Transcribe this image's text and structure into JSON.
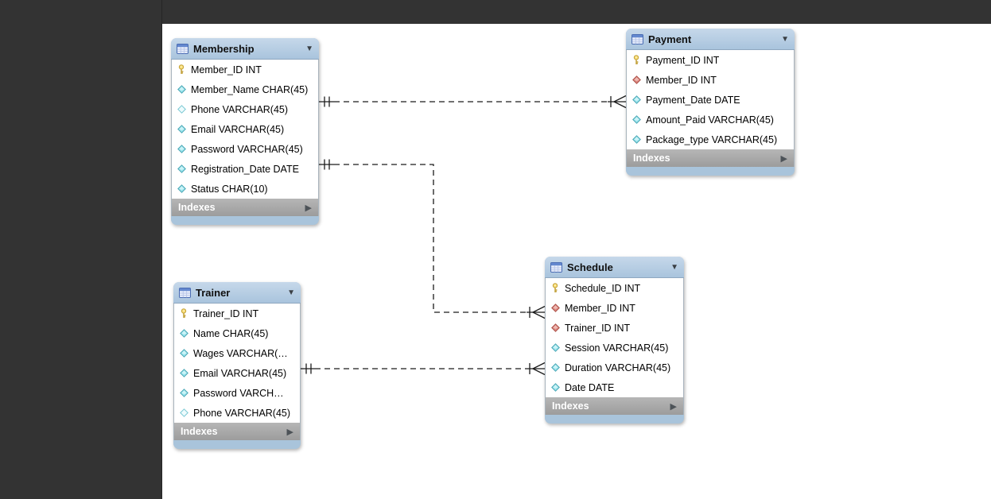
{
  "app": {
    "tool": "eer-diagram-canvas"
  },
  "icons": {
    "collapse_arrow": "▼",
    "expand_arrow": "▶"
  },
  "colors": {
    "chrome_bg": "#333333",
    "canvas_bg": "#ffffff",
    "table_header_blue": "#b6cde3",
    "table_bottom_strip": "#a9c4db",
    "indexes_bar_gray": "#a8a8a8",
    "primary_key_yellow": "#f2d468",
    "column_cyan": "#8fe0ea",
    "foreign_key_red": "#dd8880",
    "relationship_line": "#1b1b1b"
  },
  "diagram": {
    "tables": [
      {
        "name": "Membership",
        "footer": "Indexes",
        "columns": [
          {
            "icon": "primary-key",
            "text": "Member_ID INT"
          },
          {
            "icon": "column",
            "text": "Member_Name CHAR(45)"
          },
          {
            "icon": "column-nullable",
            "text": "Phone VARCHAR(45)"
          },
          {
            "icon": "column",
            "text": "Email VARCHAR(45)"
          },
          {
            "icon": "column",
            "text": "Password VARCHAR(45)"
          },
          {
            "icon": "column",
            "text": "Registration_Date DATE"
          },
          {
            "icon": "column",
            "text": "Status CHAR(10)"
          }
        ]
      },
      {
        "name": "Payment",
        "footer": "Indexes",
        "columns": [
          {
            "icon": "primary-key",
            "text": "Payment_ID INT"
          },
          {
            "icon": "foreign-key",
            "text": "Member_ID INT"
          },
          {
            "icon": "column",
            "text": "Payment_Date DATE"
          },
          {
            "icon": "column",
            "text": "Amount_Paid VARCHAR(45)"
          },
          {
            "icon": "column",
            "text": "Package_type VARCHAR(45)"
          }
        ]
      },
      {
        "name": "Trainer",
        "footer": "Indexes",
        "columns": [
          {
            "icon": "primary-key",
            "text": "Trainer_ID INT"
          },
          {
            "icon": "column",
            "text": "Name CHAR(45)"
          },
          {
            "icon": "column",
            "text": "Wages VARCHAR(…"
          },
          {
            "icon": "column",
            "text": "Email VARCHAR(45)"
          },
          {
            "icon": "column",
            "text": "Password VARCH…"
          },
          {
            "icon": "column-nullable",
            "text": "Phone VARCHAR(45)"
          }
        ]
      },
      {
        "name": "Schedule",
        "footer": "Indexes",
        "columns": [
          {
            "icon": "primary-key",
            "text": "Schedule_ID INT"
          },
          {
            "icon": "foreign-key",
            "text": "Member_ID INT"
          },
          {
            "icon": "foreign-key",
            "text": "Trainer_ID INT"
          },
          {
            "icon": "column",
            "text": "Session VARCHAR(45)"
          },
          {
            "icon": "column",
            "text": "Duration VARCHAR(45)"
          },
          {
            "icon": "column",
            "text": "Date DATE"
          }
        ]
      }
    ],
    "relationships": [
      {
        "from": "Membership",
        "to": "Payment",
        "cardinality": "one-to-many",
        "line_style": "dashed"
      },
      {
        "from": "Membership",
        "to": "Schedule",
        "cardinality": "one-to-many",
        "line_style": "dashed"
      },
      {
        "from": "Trainer",
        "to": "Schedule",
        "cardinality": "one-to-many",
        "line_style": "dashed"
      }
    ]
  }
}
